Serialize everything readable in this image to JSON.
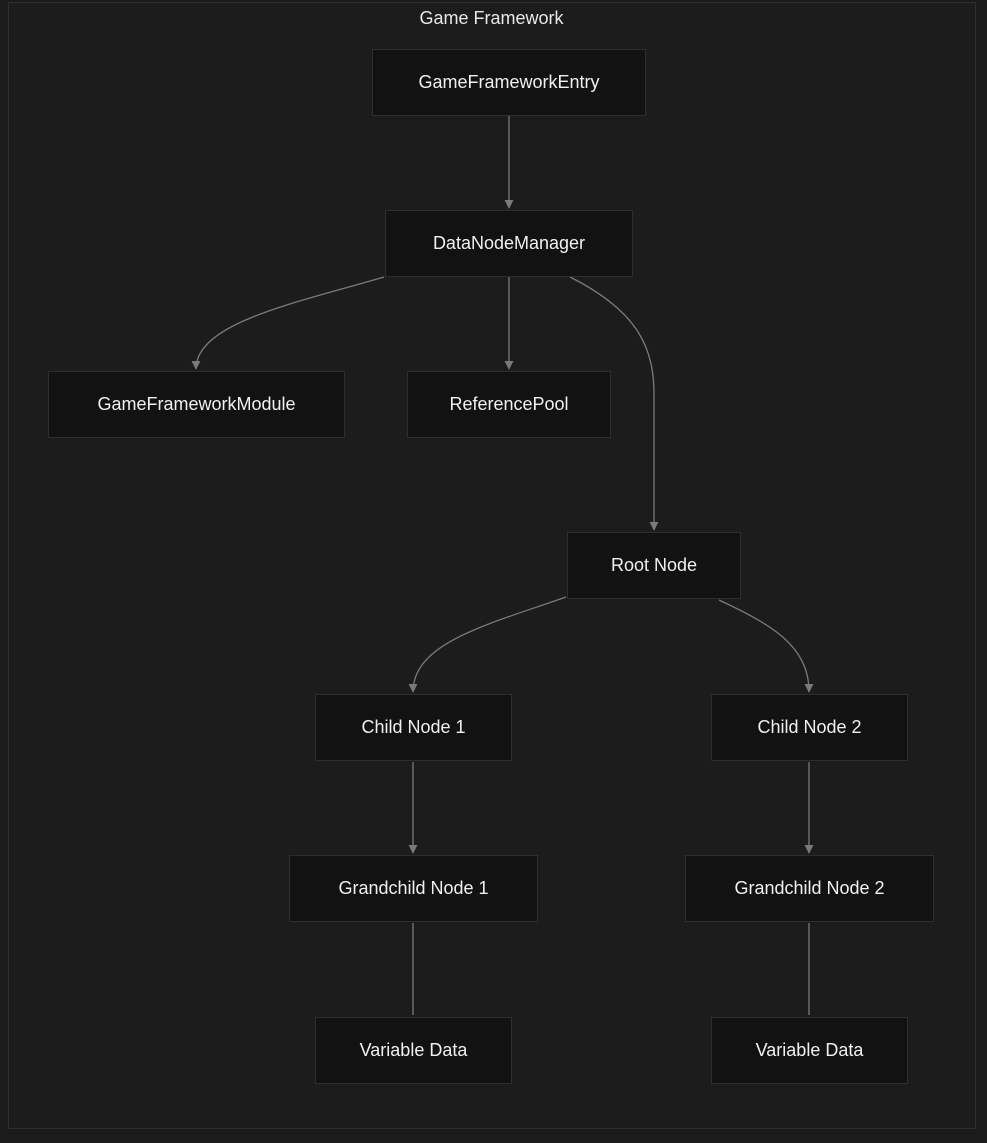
{
  "diagram": {
    "title": "Game Framework",
    "nodes": {
      "entry": "GameFrameworkEntry",
      "manager": "DataNodeManager",
      "module": "GameFrameworkModule",
      "pool": "ReferencePool",
      "root": "Root Node",
      "child1": "Child Node 1",
      "child2": "Child Node 2",
      "grandchild1": "Grandchild Node 1",
      "grandchild2": "Grandchild Node 2",
      "variable1": "Variable Data",
      "variable2": "Variable Data"
    },
    "edges": [
      {
        "from": "entry",
        "to": "manager",
        "arrow": true
      },
      {
        "from": "manager",
        "to": "module",
        "arrow": true
      },
      {
        "from": "manager",
        "to": "pool",
        "arrow": true
      },
      {
        "from": "manager",
        "to": "root",
        "arrow": true
      },
      {
        "from": "root",
        "to": "child1",
        "arrow": true
      },
      {
        "from": "root",
        "to": "child2",
        "arrow": true
      },
      {
        "from": "child1",
        "to": "grandchild1",
        "arrow": true
      },
      {
        "from": "child2",
        "to": "grandchild2",
        "arrow": true
      },
      {
        "from": "grandchild1",
        "to": "variable1",
        "arrow": false
      },
      {
        "from": "grandchild2",
        "to": "variable2",
        "arrow": false
      }
    ]
  },
  "colors": {
    "background": "#1b1b1b",
    "node_fill": "#121212",
    "node_border": "#2e2e2e",
    "edge": "#7a7a7a",
    "text": "#f0f0f0"
  }
}
